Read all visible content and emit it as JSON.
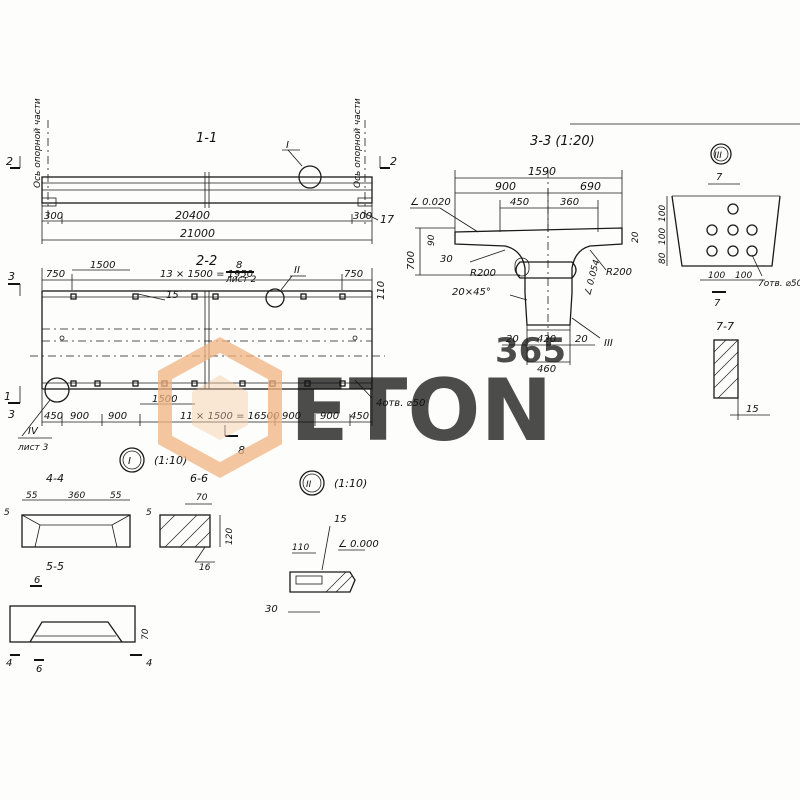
{
  "colors": {
    "ink": "#1a1a1a",
    "watermark_grey": "#c8c8c8",
    "watermark_orange": "#f2b482"
  },
  "watermark": {
    "brand": "ETON",
    "number": "365"
  },
  "view_1_1": {
    "title": "1-1",
    "axis_left": "Ось опорной части",
    "axis_right": "Ось опорной части",
    "dim_left": "300",
    "dim_mid": "20400",
    "dim_right": "300",
    "dim_total": "21000",
    "callout": "I",
    "leader": "17",
    "sec_left": "2",
    "sec_right": "2"
  },
  "view_2_2": {
    "title": "2-2",
    "dim_750_l": "750",
    "dim_pitch_top": "13 × 1500 = 1950",
    "dim_750_r": "750",
    "dim_1500": "1500",
    "label_15": "15",
    "dim_110": "110",
    "ref_8": "8",
    "ref_sheet2": "лист 2",
    "callout": "II",
    "sec_left_3": "3",
    "sec_left_1": "1",
    "sec_bot_3": "3",
    "dim_450_l": "450",
    "dim_900_a": "900",
    "dim_900_b": "900",
    "dim_1500_b": "1500",
    "dim_pitch_bot": "11 × 1500 = 16500",
    "dim_900_c": "900",
    "dim_900_d": "900",
    "dim_450_r": "450",
    "holes_label": "4отв. ⌀50",
    "callout_iv": "IV",
    "ref_sheet3": "лист 3",
    "ref_8_bottom": "8"
  },
  "view_3_3": {
    "title": "3-3 (1:20)",
    "dim_1590": "1590",
    "dim_900": "900",
    "dim_690": "690",
    "dim_450": "450",
    "dim_360": "360",
    "slope_top": "∠ 0.020",
    "dim_90": "90",
    "dim_30": "30",
    "dim_20_t": "20",
    "dim_700": "700",
    "r200_l": "R200",
    "r200_r": "R200",
    "slope_side": "∠ 0.054",
    "chamfer": "20×45°",
    "dim_20_a": "20",
    "dim_420": "420",
    "dim_20_b": "20",
    "dim_460": "460",
    "callout": "III"
  },
  "detail_III": {
    "title": "(1:10)",
    "badge": "III",
    "dim_7_top": "7",
    "dim_100_a": "100",
    "dim_100_b": "100",
    "dim_80": "80",
    "dim_100_c": "100",
    "dim_100_d": "100",
    "holes": "7отв. ⌀50",
    "sec": "7"
  },
  "section_7_7": {
    "title": "7-7",
    "dim_15": "15"
  },
  "detail_I": {
    "badge": "I",
    "scale": "(1:10)"
  },
  "section_4_4": {
    "title": "4-4",
    "dim_55_l": "55",
    "dim_360": "360",
    "dim_55_r": "55",
    "dim_5_l": "5",
    "dim_5_r": "5"
  },
  "section_6_6": {
    "title": "6-6",
    "dim_70": "70",
    "dim_120": "120",
    "dim_16": "16"
  },
  "detail_II": {
    "badge": "II",
    "scale": "(1:10)",
    "dim_15": "15",
    "dim_110": "110",
    "slope": "∠ 0.000",
    "dim_30": "30"
  },
  "section_5_5": {
    "title": "5-5",
    "sec_6_top": "6",
    "sec_6_bot": "6",
    "dim_70": "70",
    "sec_4_l": "4",
    "sec_4_r": "4"
  }
}
